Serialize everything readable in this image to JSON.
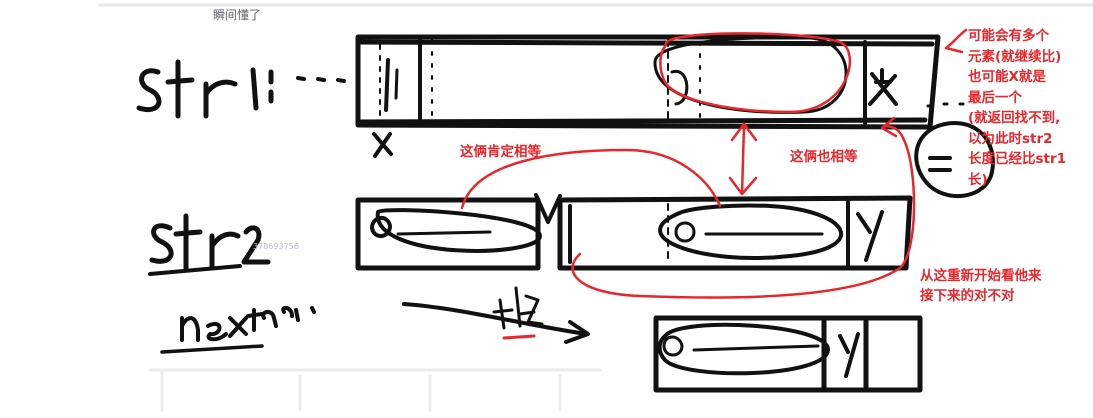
{
  "watermark_caption": "瞬间懂了",
  "faint_number": "378693756",
  "annotations": {
    "multi_elements": [
      "可能会有多个",
      "元素(就继续比)",
      "也可能X就是",
      "最后一个",
      "(就返回找不到,",
      "以为此时str2",
      "长度已经比str1",
      "长)"
    ],
    "both_equal_left": "这俩肯定相等",
    "both_equal_right": "这俩也相等",
    "restart": [
      "从这重新开始看他来",
      "接下来的对不对"
    ]
  },
  "colors": {
    "ink": "#111111",
    "annotation_red": "#e8262b",
    "paper": "#ffffff"
  }
}
